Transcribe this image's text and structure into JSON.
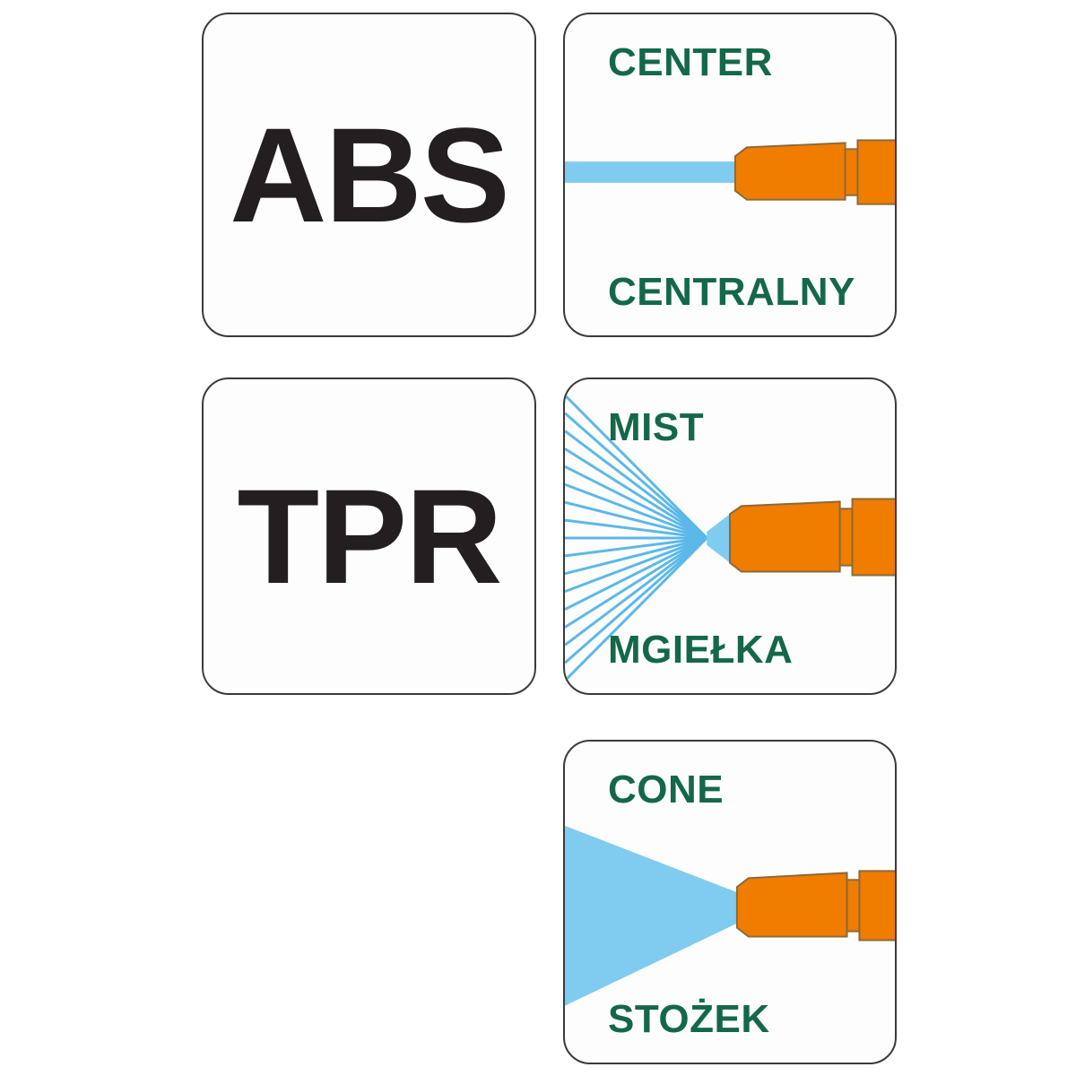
{
  "page": {
    "title": "Spray Nozzle Feature Icons",
    "background_color": "#ffffff"
  },
  "colors": {
    "panel_background": "#fdfdfd",
    "panel_border": "#3a3a3a",
    "material_text": "#231f20",
    "spray_label_green": "#14684a",
    "nozzle_orange": "#f07c00",
    "nozzle_outline": "#8a6a3a",
    "water_blue": "#7fccf0",
    "mist_line_blue": "#4cб"
  },
  "materials": [
    {
      "id": "abs",
      "label": "ABS"
    },
    {
      "id": "tpr",
      "label": "TPR"
    }
  ],
  "spray_modes": [
    {
      "id": "center",
      "label_en": "CENTER",
      "label_pl": "CENTRALNY",
      "pattern": "straight-jet",
      "icon": "nozzle-icon"
    },
    {
      "id": "mist",
      "label_en": "MIST",
      "label_pl": "MGIEŁKA",
      "pattern": "radiating-lines",
      "line_count": 17,
      "icon": "nozzle-icon"
    },
    {
      "id": "cone",
      "label_en": "CONE",
      "label_pl": "STOŻEK",
      "pattern": "solid-cone",
      "icon": "nozzle-icon"
    }
  ]
}
